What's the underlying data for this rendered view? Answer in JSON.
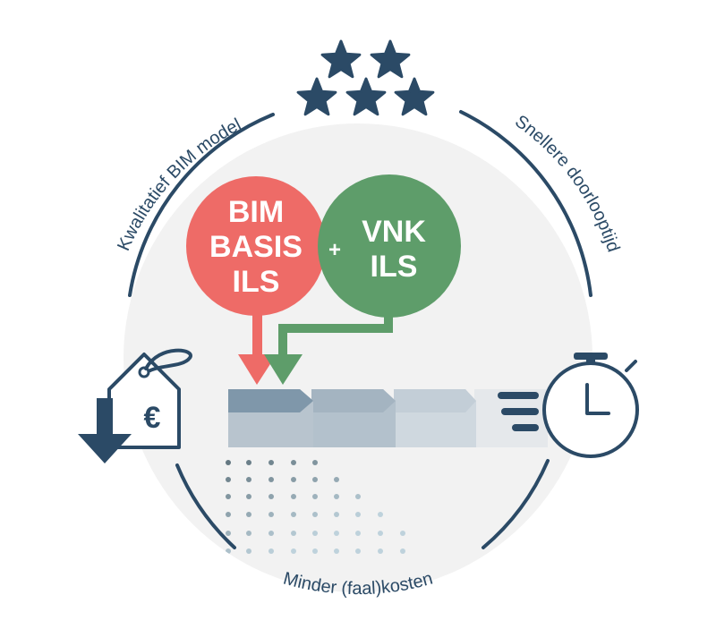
{
  "labels": {
    "left_arc": "Kwalitatief BIM model",
    "right_arc": "Snellere doorlooptijd",
    "bottom_arc": "Minder (faal)kosten"
  },
  "circle_red": {
    "line1": "BIM",
    "line2": "BASIS",
    "line3": "ILS",
    "color": "#EE6B67"
  },
  "circle_green": {
    "line1": "VNK",
    "line2": "ILS",
    "color": "#5E9D6A"
  },
  "plus_sign": "+",
  "euro_symbol": "€",
  "stars": {
    "count": 5,
    "color": "#2B4A66"
  },
  "colors": {
    "navy": "#2B4A66",
    "background_disc": "#F2F2F2",
    "process_blocks": [
      "#8FA3B5",
      "#B3C1CC",
      "#CFD8DF",
      "#E5E8EB"
    ]
  },
  "icons": [
    "star-icon",
    "price-tag-euro-icon",
    "down-arrow-icon",
    "stopwatch-icon",
    "speed-lines-icon"
  ]
}
